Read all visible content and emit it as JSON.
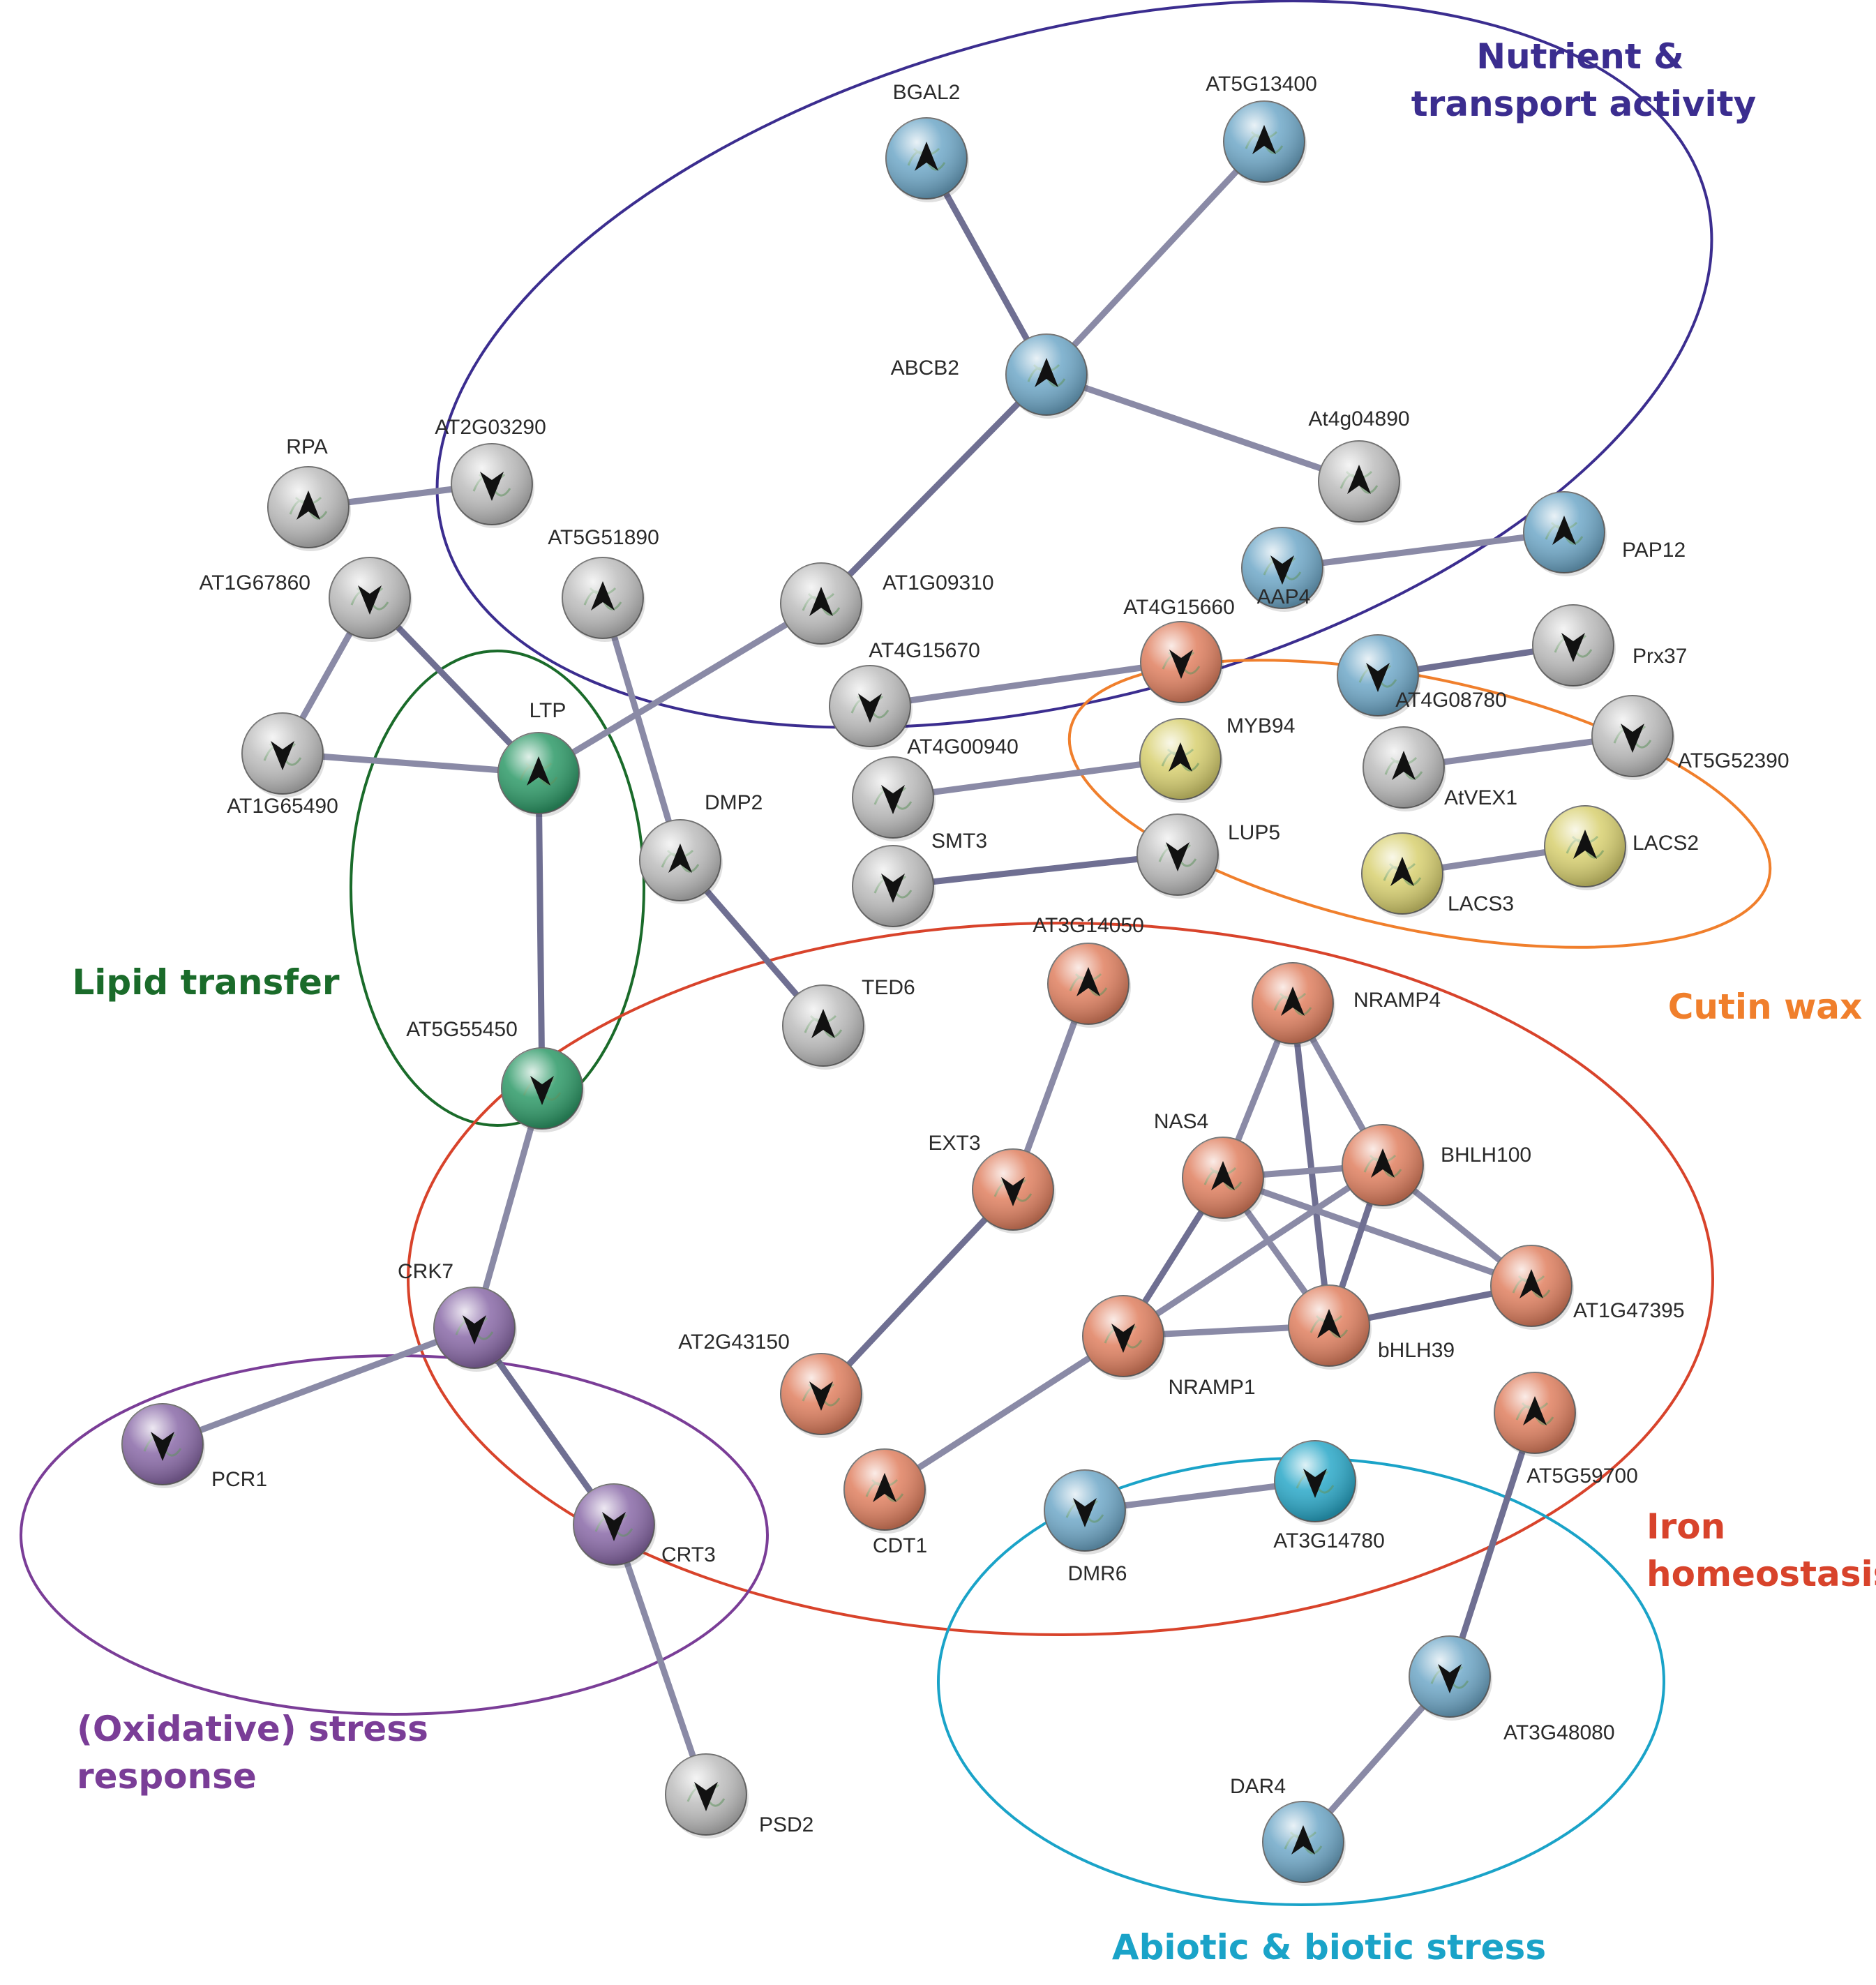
{
  "groups": [
    {
      "id": "nutrient",
      "lines": [
        "Nutrient &",
        "transport activity"
      ],
      "color": "#3b2d8f"
    },
    {
      "id": "lipid",
      "lines": [
        "Lipid transfer"
      ],
      "color": "#1a6b2a"
    },
    {
      "id": "cutin",
      "lines": [
        "Cutin wax"
      ],
      "color": "#f07f2c"
    },
    {
      "id": "iron",
      "lines": [
        "Iron",
        "homeostasis"
      ],
      "color": "#d8432b"
    },
    {
      "id": "oxidative",
      "lines": [
        "(Oxidative) stress",
        "response"
      ],
      "color": "#7a3d97"
    },
    {
      "id": "abiotic",
      "lines": [
        "Abiotic & biotic stress"
      ],
      "color": "#1aa3c8"
    }
  ],
  "nodes": [
    {
      "id": "BGAL2",
      "label": "BGAL2",
      "color": "#6fa8c8",
      "arrow": "up"
    },
    {
      "id": "AT5G13400",
      "label": "AT5G13400",
      "color": "#6fa8c8",
      "arrow": "up"
    },
    {
      "id": "ABCB2",
      "label": "ABCB2",
      "color": "#6fa8c8",
      "arrow": "up"
    },
    {
      "id": "At4g04890",
      "label": "At4g04890",
      "color": "#bdbdbd",
      "arrow": "up"
    },
    {
      "id": "PAP12",
      "label": "PAP12",
      "color": "#6fa8c8",
      "arrow": "up"
    },
    {
      "id": "AAP4",
      "label": "AAP4",
      "color": "#6fa8c8",
      "arrow": "down"
    },
    {
      "id": "RPA",
      "label": "RPA",
      "color": "#bdbdbd",
      "arrow": "up"
    },
    {
      "id": "AT2G03290",
      "label": "AT2G03290",
      "color": "#bdbdbd",
      "arrow": "down"
    },
    {
      "id": "AT1G67860",
      "label": "AT1G67860",
      "color": "#bdbdbd",
      "arrow": "down"
    },
    {
      "id": "AT5G51890",
      "label": "AT5G51890",
      "color": "#bdbdbd",
      "arrow": "up"
    },
    {
      "id": "AT1G09310",
      "label": "AT1G09310",
      "color": "#bdbdbd",
      "arrow": "up"
    },
    {
      "id": "AT4G15660",
      "label": "AT4G15660",
      "color": "#e08060",
      "arrow": "down"
    },
    {
      "id": "AT4G15670",
      "label": "AT4G15670",
      "color": "#bdbdbd",
      "arrow": "down"
    },
    {
      "id": "AT4G08780",
      "label": "AT4G08780",
      "color": "#6fa8c8",
      "arrow": "down"
    },
    {
      "id": "Prx37",
      "label": "Prx37",
      "color": "#bdbdbd",
      "arrow": "down"
    },
    {
      "id": "LTP",
      "label": "LTP",
      "color": "#2e9a68",
      "arrow": "up"
    },
    {
      "id": "AT1G65490",
      "label": "AT1G65490",
      "color": "#bdbdbd",
      "arrow": "down"
    },
    {
      "id": "AT4G00940",
      "label": "AT4G00940",
      "color": "#bdbdbd",
      "arrow": "down"
    },
    {
      "id": "MYB94",
      "label": "MYB94",
      "color": "#d8d070",
      "arrow": "up"
    },
    {
      "id": "AtVEX1",
      "label": "AtVEX1",
      "color": "#bdbdbd",
      "arrow": "up"
    },
    {
      "id": "AT5G52390",
      "label": "AT5G52390",
      "color": "#bdbdbd",
      "arrow": "down"
    },
    {
      "id": "DMP2",
      "label": "DMP2",
      "color": "#bdbdbd",
      "arrow": "up"
    },
    {
      "id": "SMT3",
      "label": "SMT3",
      "color": "#bdbdbd",
      "arrow": "down"
    },
    {
      "id": "LUP5",
      "label": "LUP5",
      "color": "#bdbdbd",
      "arrow": "down"
    },
    {
      "id": "LACS3",
      "label": "LACS3",
      "color": "#d8d070",
      "arrow": "up"
    },
    {
      "id": "LACS2",
      "label": "LACS2",
      "color": "#d8d070",
      "arrow": "up"
    },
    {
      "id": "AT3G14050",
      "label": "AT3G14050",
      "color": "#e08060",
      "arrow": "up"
    },
    {
      "id": "NRAMP4",
      "label": "NRAMP4",
      "color": "#e08060",
      "arrow": "up"
    },
    {
      "id": "TED6",
      "label": "TED6",
      "color": "#bdbdbd",
      "arrow": "up"
    },
    {
      "id": "AT5G55450",
      "label": "AT5G55450",
      "color": "#2e9a68",
      "arrow": "down"
    },
    {
      "id": "NAS4",
      "label": "NAS4",
      "color": "#e08060",
      "arrow": "up"
    },
    {
      "id": "BHLH100",
      "label": "BHLH100",
      "color": "#e08060",
      "arrow": "up"
    },
    {
      "id": "EXT3",
      "label": "EXT3",
      "color": "#e08060",
      "arrow": "down"
    },
    {
      "id": "CRK7",
      "label": "CRK7",
      "color": "#8a6aa8",
      "arrow": "down"
    },
    {
      "id": "AT1G47395",
      "label": "AT1G47395",
      "color": "#e08060",
      "arrow": "up"
    },
    {
      "id": "NRAMP1",
      "label": "NRAMP1",
      "color": "#e08060",
      "arrow": "down"
    },
    {
      "id": "bHLH39",
      "label": "bHLH39",
      "color": "#e08060",
      "arrow": "up"
    },
    {
      "id": "AT2G43150",
      "label": "AT2G43150",
      "color": "#e08060",
      "arrow": "down"
    },
    {
      "id": "AT5G59700",
      "label": "AT5G59700",
      "color": "#e08060",
      "arrow": "up"
    },
    {
      "id": "PCR1",
      "label": "PCR1",
      "color": "#8a6aa8",
      "arrow": "down"
    },
    {
      "id": "CDT1",
      "label": "CDT1",
      "color": "#e08060",
      "arrow": "up"
    },
    {
      "id": "DMR6",
      "label": "DMR6",
      "color": "#6fa8c8",
      "arrow": "down"
    },
    {
      "id": "AT3G14780",
      "label": "AT3G14780",
      "color": "#2aa8c8",
      "arrow": "down"
    },
    {
      "id": "CRT3",
      "label": "CRT3",
      "color": "#8a6aa8",
      "arrow": "down"
    },
    {
      "id": "AT3G48080",
      "label": "AT3G48080",
      "color": "#6fa8c8",
      "arrow": "down"
    },
    {
      "id": "DAR4",
      "label": "DAR4",
      "color": "#6fa8c8",
      "arrow": "up"
    },
    {
      "id": "PSD2",
      "label": "PSD2",
      "color": "#bdbdbd",
      "arrow": "down"
    }
  ],
  "edges": [
    [
      "BGAL2",
      "ABCB2"
    ],
    [
      "AT5G13400",
      "ABCB2"
    ],
    [
      "ABCB2",
      "At4g04890"
    ],
    [
      "ABCB2",
      "AT1G09310"
    ],
    [
      "AT1G09310",
      "LTP"
    ],
    [
      "AAP4",
      "PAP12"
    ],
    [
      "AT4G08780",
      "Prx37"
    ],
    [
      "AT4G15670",
      "AT4G15660"
    ],
    [
      "RPA",
      "AT2G03290"
    ],
    [
      "AT1G67860",
      "LTP"
    ],
    [
      "AT1G67860",
      "AT1G65490"
    ],
    [
      "AT1G65490",
      "LTP"
    ],
    [
      "LTP",
      "AT5G55450"
    ],
    [
      "AT5G55450",
      "CRK7"
    ],
    [
      "AT5G51890",
      "DMP2"
    ],
    [
      "DMP2",
      "TED6"
    ],
    [
      "AT4G00940",
      "MYB94"
    ],
    [
      "AtVEX1",
      "AT5G52390"
    ],
    [
      "SMT3",
      "LUP5"
    ],
    [
      "LACS3",
      "LACS2"
    ],
    [
      "AT3G14050",
      "EXT3"
    ],
    [
      "EXT3",
      "AT2G43150"
    ],
    [
      "NRAMP4",
      "NAS4"
    ],
    [
      "NRAMP4",
      "BHLH100"
    ],
    [
      "NRAMP4",
      "bHLH39"
    ],
    [
      "NAS4",
      "BHLH100"
    ],
    [
      "NAS4",
      "bHLH39"
    ],
    [
      "NAS4",
      "NRAMP1"
    ],
    [
      "NAS4",
      "AT1G47395"
    ],
    [
      "BHLH100",
      "NRAMP1"
    ],
    [
      "BHLH100",
      "bHLH39"
    ],
    [
      "BHLH100",
      "AT1G47395"
    ],
    [
      "NRAMP1",
      "bHLH39"
    ],
    [
      "bHLH39",
      "AT1G47395"
    ],
    [
      "NRAMP1",
      "CDT1"
    ],
    [
      "DMR6",
      "AT3G14780"
    ],
    [
      "AT5G59700",
      "AT3G48080"
    ],
    [
      "AT3G48080",
      "DAR4"
    ],
    [
      "CRK7",
      "PCR1"
    ],
    [
      "CRK7",
      "CRT3"
    ],
    [
      "CRT3",
      "PSD2"
    ]
  ]
}
